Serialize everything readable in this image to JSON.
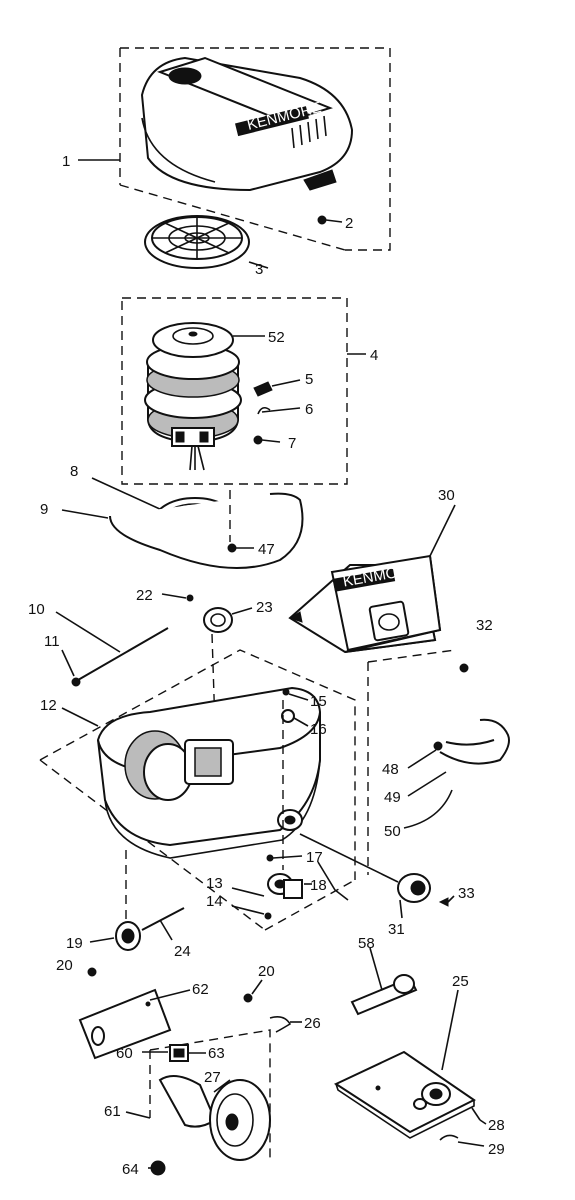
{
  "labels": {
    "l1": "1",
    "l2": "2",
    "l3": "3",
    "l52": "52",
    "l4": "4",
    "l5": "5",
    "l6": "6",
    "l7": "7",
    "l8": "8",
    "l9": "9",
    "l47": "47",
    "l30": "30",
    "l10": "10",
    "l22": "22",
    "l23": "23",
    "l11": "11",
    "l32": "32",
    "l12": "12",
    "l15": "15",
    "l16": "16",
    "l48": "48",
    "l49": "49",
    "l50": "50",
    "l17": "17",
    "l13": "13",
    "l18": "18",
    "l14": "14",
    "l33": "33",
    "l31": "31",
    "l19": "19",
    "l24": "24",
    "l20a": "20",
    "l20b": "20",
    "l62": "62",
    "l58": "58",
    "l25": "25",
    "l26": "26",
    "l60": "60",
    "l63": "63",
    "l27": "27",
    "l61": "61",
    "l28": "28",
    "l29": "29",
    "l64": "64"
  },
  "label_text": "KENMORE"
}
